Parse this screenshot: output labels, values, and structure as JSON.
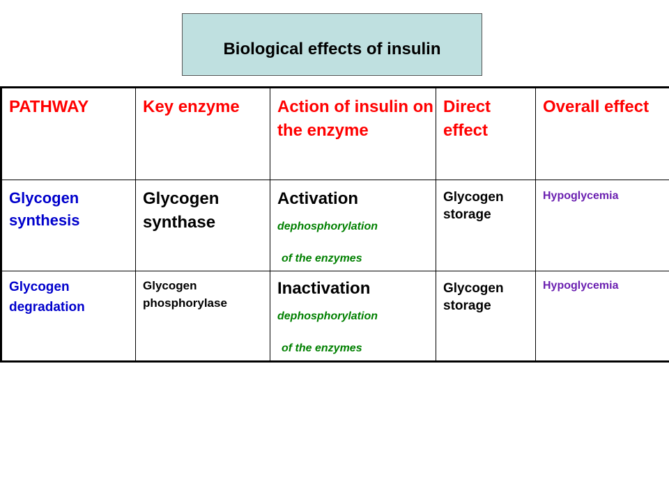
{
  "title": "Biological effects of insulin",
  "headers": [
    "PATHWAY",
    "Key enzyme",
    "Action of insulin on the enzyme",
    "Direct effect",
    "Overall effect"
  ],
  "rows": [
    {
      "pathway": "Glycogen synthesis",
      "enzyme": "Glycogen synthase",
      "action": "Activation",
      "mechanism_1": "dephosphorylation",
      "mechanism_2": "of the enzymes",
      "direct": "Glycogen storage",
      "overall": "Hypoglycemia"
    },
    {
      "pathway": "Glycogen degradation",
      "enzyme": "Glycogen phosphorylase",
      "action": "Inactivation",
      "mechanism_1": "dephosphorylation",
      "mechanism_2": "of the enzymes",
      "direct": "Glycogen storage",
      "overall": "Hypoglycemia"
    }
  ],
  "colors": {
    "title_bg": "#bfe0e0",
    "header_text": "#ff0000",
    "pathway_text": "#0000cc",
    "mechanism_text": "#008000",
    "overall_text": "#6a1fb0"
  }
}
